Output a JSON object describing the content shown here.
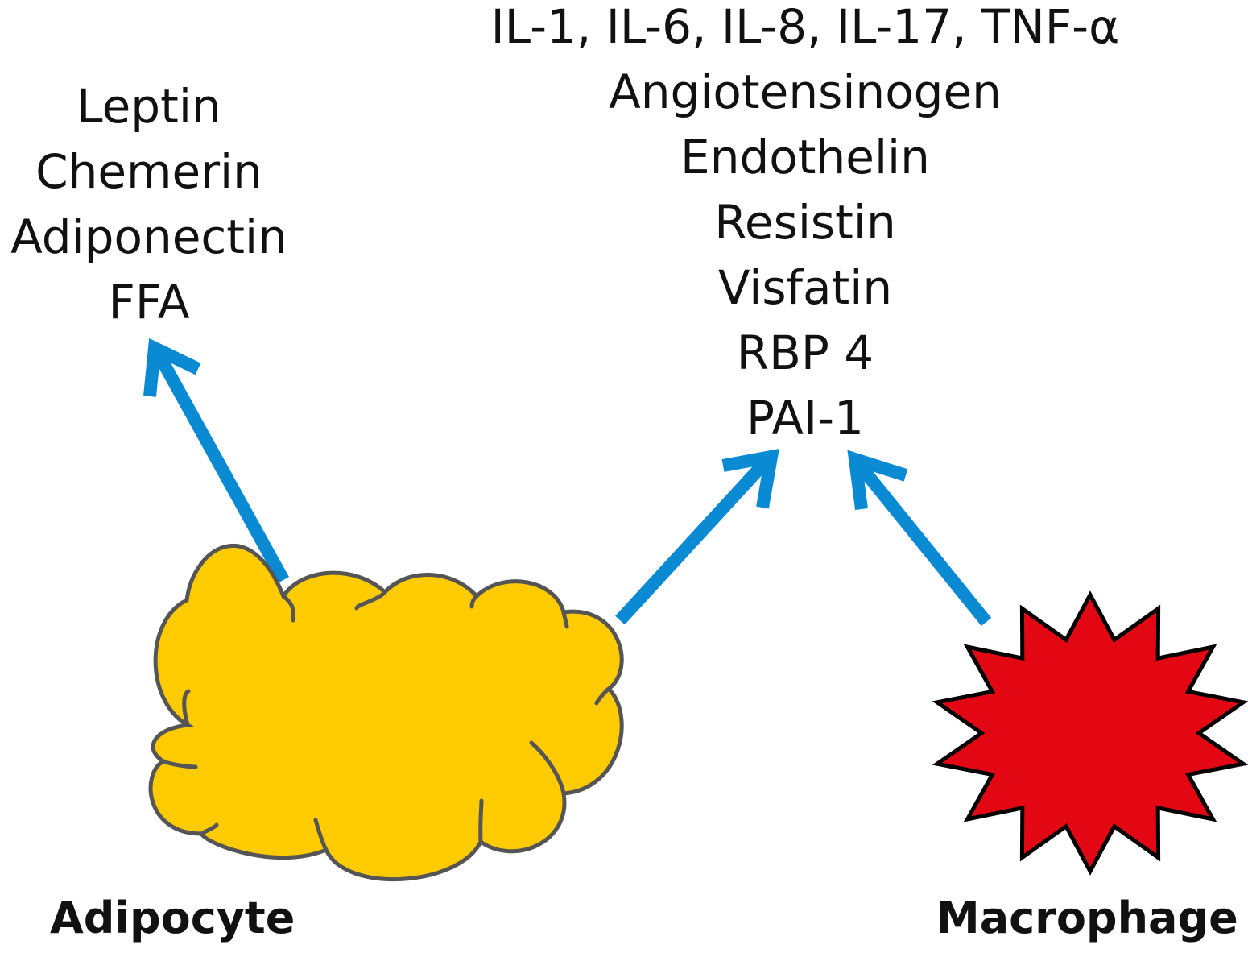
{
  "colors": {
    "arrow": "#0a8ad2",
    "adipocyte_fill": "#fecb00",
    "adipocyte_stroke": "#555555",
    "macrophage_fill": "#e30613",
    "macrophage_stroke": "#000000",
    "text": "#111111"
  },
  "adipocyte_products": [
    "Leptin",
    "Chemerin",
    "Adiponectin",
    "FFA"
  ],
  "shared_products": [
    "IL-1, IL-6, IL-8, IL-17, TNF-α",
    "Angiotensinogen",
    "Endothelin",
    "Resistin",
    "Visfatin",
    "RBP 4",
    "PAI-1"
  ],
  "labels": {
    "adipocyte": "Adipocyte",
    "macrophage": "Macrophage"
  },
  "icons": {
    "adipocyte": "cloud-cell-icon",
    "macrophage": "starburst-cell-icon",
    "arrow": "arrow-icon"
  }
}
